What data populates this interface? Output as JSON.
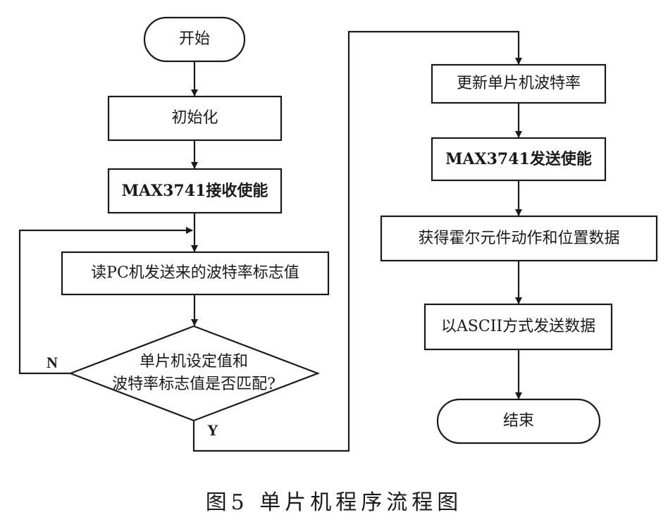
{
  "nodes": {
    "start": "开始",
    "init": "初始化",
    "rx_enable": "MAX3741接收使能",
    "read_baud": "读PC机发送来的波特率标志值",
    "decision_line1": "单片机设定值和",
    "decision_line2": "波特率标志值是否匹配?",
    "update_baud": "更新单片机波特率",
    "tx_enable": "MAX3741发送使能",
    "get_data": "获得霍尔元件动作和位置数据",
    "send_ascii": "以ASCII方式发送数据",
    "end": "结束"
  },
  "branches": {
    "no": "N",
    "yes": "Y"
  },
  "caption": "图5  单片机程序流程图"
}
